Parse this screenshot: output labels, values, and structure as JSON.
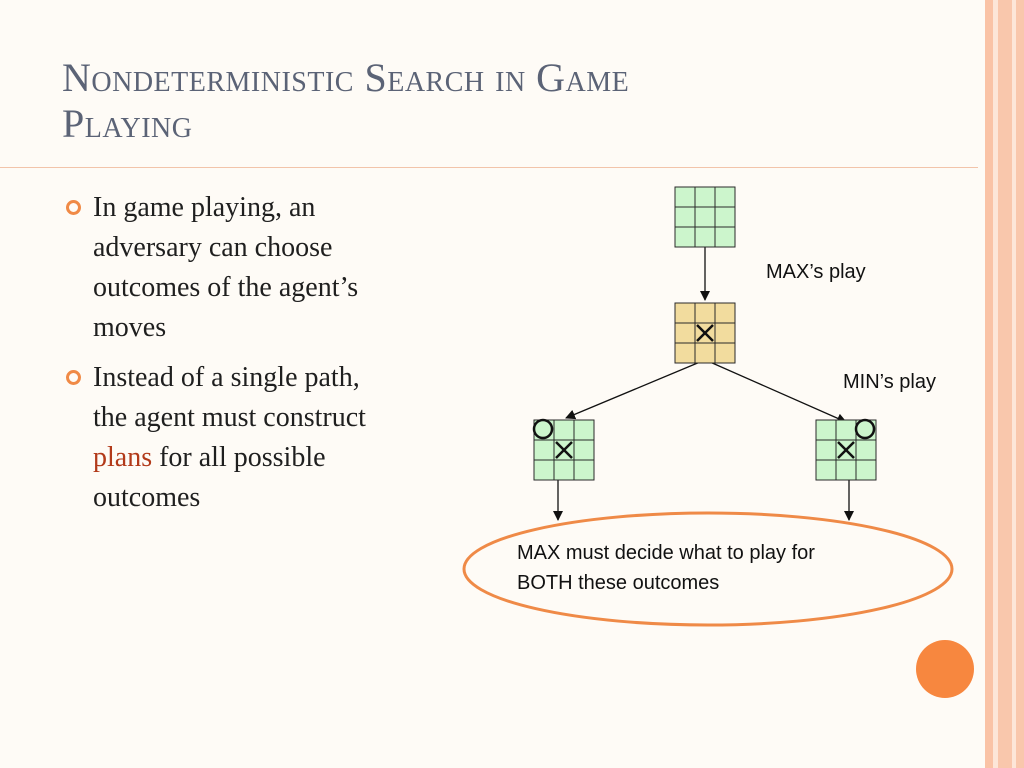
{
  "slide": {
    "title_lines": [
      "Nondeterministic Search in Game",
      "Playing"
    ],
    "bullets": [
      {
        "lines": [
          [
            {
              "text": "In game playing, an"
            }
          ],
          [
            {
              "text": "adversary can choose"
            }
          ],
          [
            {
              "text": "outcomes of the agent’s"
            }
          ],
          [
            {
              "text": "moves"
            }
          ]
        ]
      },
      {
        "lines": [
          [
            {
              "text": "Instead of a single path,"
            }
          ],
          [
            {
              "text": "the agent must construct"
            }
          ],
          [
            {
              "text": "plans",
              "accent": true
            },
            {
              "text": " for all possible"
            }
          ],
          [
            {
              "text": "outcomes"
            }
          ]
        ]
      }
    ]
  },
  "diagram": {
    "labels": {
      "max_play": "MAX’s play",
      "min_play": "MIN’s play",
      "decision_line1": "MAX must decide what to play for",
      "decision_line2": "BOTH these outcomes"
    },
    "boards": [
      {
        "id": "root",
        "fill": "#ccf5cc",
        "cells": [
          "",
          "",
          "",
          "",
          "",
          "",
          "",
          "",
          ""
        ]
      },
      {
        "id": "after-max",
        "fill": "#f2dc9e",
        "cells": [
          "",
          "",
          "",
          "",
          "X",
          "",
          "",
          "",
          ""
        ]
      },
      {
        "id": "outcome-left",
        "fill": "#ccf5cc",
        "cells": [
          "O",
          "",
          "",
          "",
          "X",
          "",
          "",
          "",
          ""
        ]
      },
      {
        "id": "outcome-right",
        "fill": "#ccf5cc",
        "cells": [
          "",
          "",
          "O",
          "",
          "X",
          "",
          "",
          "",
          ""
        ]
      }
    ],
    "colors": {
      "ellipse_stroke": "#ef8a47",
      "grid_stroke": "#2a2a2a",
      "arrow": "#111111"
    }
  },
  "theme": {
    "stripes": [
      "#f9c7ac",
      "#fde6d8",
      "#f9c7ac",
      "#fde6d8",
      "#fac3a6"
    ],
    "corner_dot": "#f7873f"
  }
}
